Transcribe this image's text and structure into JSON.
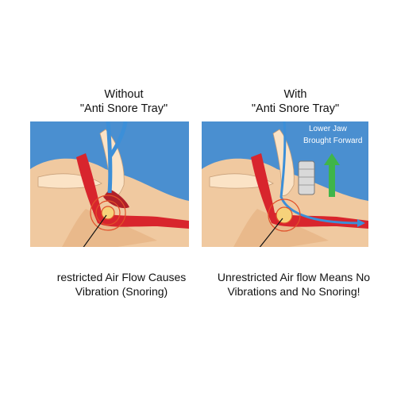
{
  "left_panel": {
    "heading_line1": "Without",
    "heading_line2": "\"Anti Snore Tray\"",
    "caption_line1": "restricted Air Flow Causes",
    "caption_line2": "Vibration (Snoring)"
  },
  "right_panel": {
    "heading_line1": "With",
    "heading_line2": "\"Anti Snore Tray\"",
    "annotation_line1": "Lower Jaw",
    "annotation_line2": "Brought Forward",
    "caption_line1": "Unrestricted Air flow Means No",
    "caption_line2": "Vibrations and No Snoring!"
  },
  "colors": {
    "background_blue": "#4a8fd0",
    "skin": "#f0c9a0",
    "airway_red": "#d8252d",
    "airflow_blue": "#3c8fd8",
    "vibration_orange": "#e0502a",
    "arrow_green": "#3fb54a"
  }
}
